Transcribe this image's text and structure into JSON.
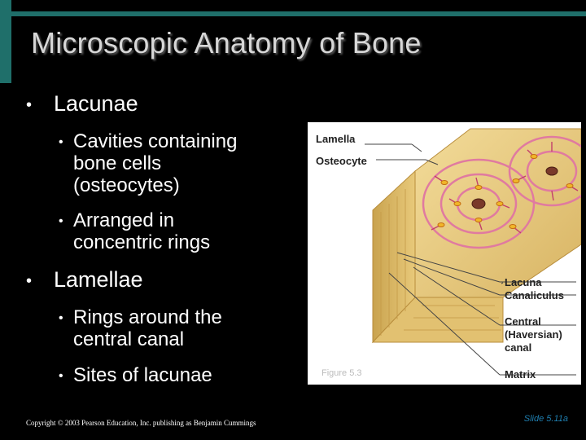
{
  "title": "Microscopic Anatomy of Bone",
  "bullets": [
    {
      "text": "Lacunae",
      "sub": [
        {
          "lines": [
            "Cavities containing",
            "bone cells",
            "(osteocytes)"
          ]
        },
        {
          "lines": [
            "Arranged in",
            "concentric rings"
          ]
        }
      ]
    },
    {
      "text": "Lamellae",
      "sub": [
        {
          "lines": [
            "Rings around the",
            "central canal"
          ]
        },
        {
          "lines": [
            "Sites of lacunae"
          ]
        }
      ]
    }
  ],
  "figure": {
    "labels": {
      "lamella": "Lamella",
      "osteocyte": "Osteocyte",
      "lacuna": "Lacuna",
      "canaliculus": "Canaliculus",
      "central_1": "Central",
      "central_2": "(Haversian)",
      "central_3": "canal",
      "matrix": "Matrix"
    },
    "caption": "Figure 5.3"
  },
  "footer": {
    "copyright": "Copyright © 2003 Pearson Education, Inc. publishing as Benjamin Cummings",
    "slide_number": "Slide 5.11a"
  },
  "colors": {
    "accent": "#1f6f6a",
    "title_text": "#d7d7d7",
    "slide_number": "#1f7fb0"
  }
}
